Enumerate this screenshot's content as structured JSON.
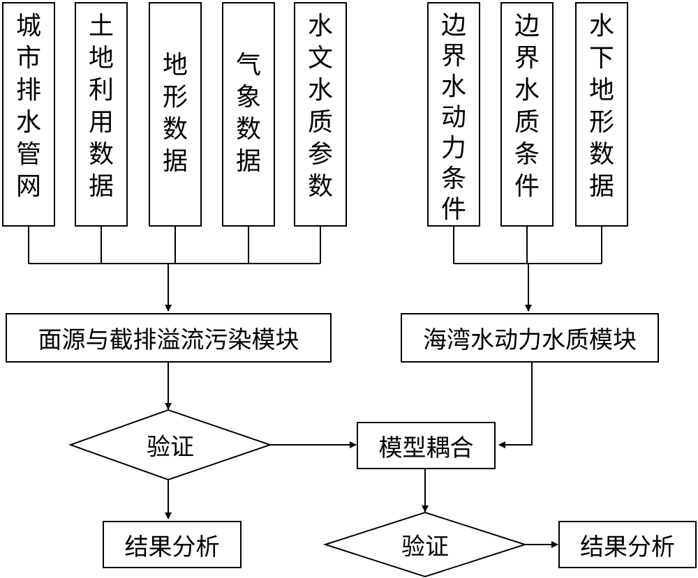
{
  "left_inputs": [
    {
      "id": "drainage",
      "label": "城市排水管网"
    },
    {
      "id": "landuse",
      "label": "土地利用数据"
    },
    {
      "id": "terrain",
      "label": "地形数据"
    },
    {
      "id": "meteo",
      "label": "气象数据"
    },
    {
      "id": "hydro",
      "label": "水文水质参数"
    }
  ],
  "right_inputs": [
    {
      "id": "bnd-hydro",
      "label": "边界水动力条件"
    },
    {
      "id": "bnd-quality",
      "label": "边界水质条件"
    },
    {
      "id": "bathymetry",
      "label": "水下地形数据"
    }
  ],
  "modules": {
    "pollution": "面源与截排溢流污染模块",
    "bay": "海湾水动力水质模块",
    "coupling": "模型耦合"
  },
  "decisions": {
    "left_validate": "验证",
    "right_validate": "验证"
  },
  "results": {
    "left": "结果分析",
    "right": "结果分析"
  }
}
